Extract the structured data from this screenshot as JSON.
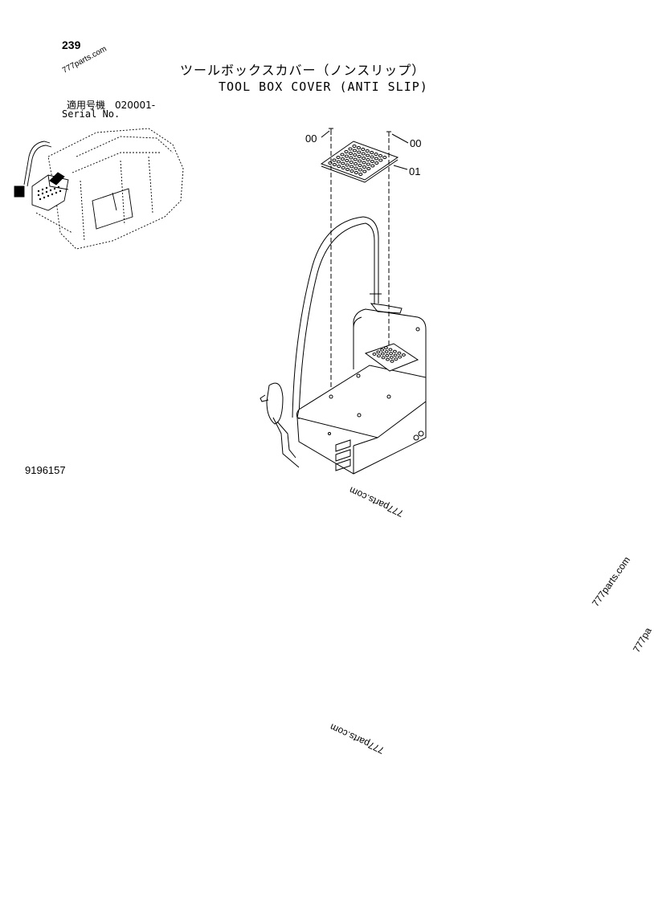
{
  "page_number": "239",
  "title_jp": "ツールボックスカバー（ノンスリップ）",
  "title_en": "TOOL BOX COVER (ANTI SLIP)",
  "serial_jp": "適用号機　020001-",
  "serial_en": "Serial No.",
  "diagram_id": "9196157",
  "callouts": {
    "bolt_left": "00",
    "bolt_right": "00",
    "cover": "01"
  },
  "watermarks": [
    "777parts.com",
    "777parts.com",
    "777parts.com",
    "777pa",
    "777parts.com"
  ]
}
